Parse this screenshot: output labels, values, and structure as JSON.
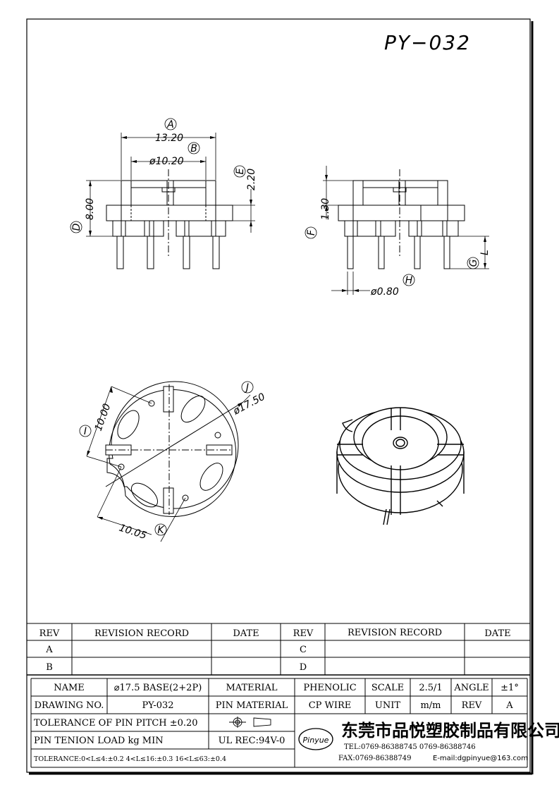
{
  "drawing_number": "PY−032",
  "dimensions": {
    "a_label": "A",
    "a_value": "13.20",
    "b_label": "B",
    "b_value": "ø10.20",
    "d_label": "D",
    "d_value": "8.00",
    "e_label": "E",
    "e_value": "2.20",
    "f_label": "F",
    "f_value": "1.30",
    "g_label": "G",
    "g_value": "L",
    "h_label": "H",
    "h_value": "ø0.80",
    "i_label": "I",
    "i_value": "10.00",
    "j_label": "J",
    "j_value": "ø17.50",
    "k_label": "K",
    "k_value": "10.05"
  },
  "revision_table": {
    "headers": [
      "REV",
      "REVISION RECORD",
      "DATE",
      "REV",
      "REVISION RECORD",
      "DATE"
    ],
    "rows": [
      [
        "A",
        "",
        "",
        "C",
        "",
        ""
      ],
      [
        "B",
        "",
        "",
        "D",
        "",
        ""
      ]
    ]
  },
  "title_block": {
    "name_label": "NAME",
    "name_value": "⌀17.5 BASE(2+2P)",
    "material_label": "MATERIAL",
    "material_value": "PHENOLIC",
    "scale_label": "SCALE",
    "scale_value": "2.5/1",
    "angle_label": "ANGLE",
    "angle_value": "±1°",
    "drawing_no_label": "DRAWING NO.",
    "drawing_no_value": "PY-032",
    "pin_material_label": "PIN MATERIAL",
    "pin_material_value": "CP WIRE",
    "unit_label": "UNIT",
    "unit_value": "m/m",
    "rev_label": "REV",
    "rev_value": "A",
    "pin_pitch_tolerance": "TOLERANCE OF PIN PITCH ±0.20",
    "pin_tension": "PIN TENION LOAD      kg MIN",
    "ul_rec": "UL REC:94V-0",
    "tolerance_note": "TOLERANCE:0<L≤4:±0.2  4<L≤16:±0.3  16<L≤63:±0.4",
    "logo_text": "Pinyue",
    "company_name": "东莞市品悦塑胶制品有限公司",
    "tel": "TEL:0769-86388745    0769-86388746",
    "fax": "FAX:0769-86388749",
    "email": "E-mail:dgpinyue@163.com"
  }
}
